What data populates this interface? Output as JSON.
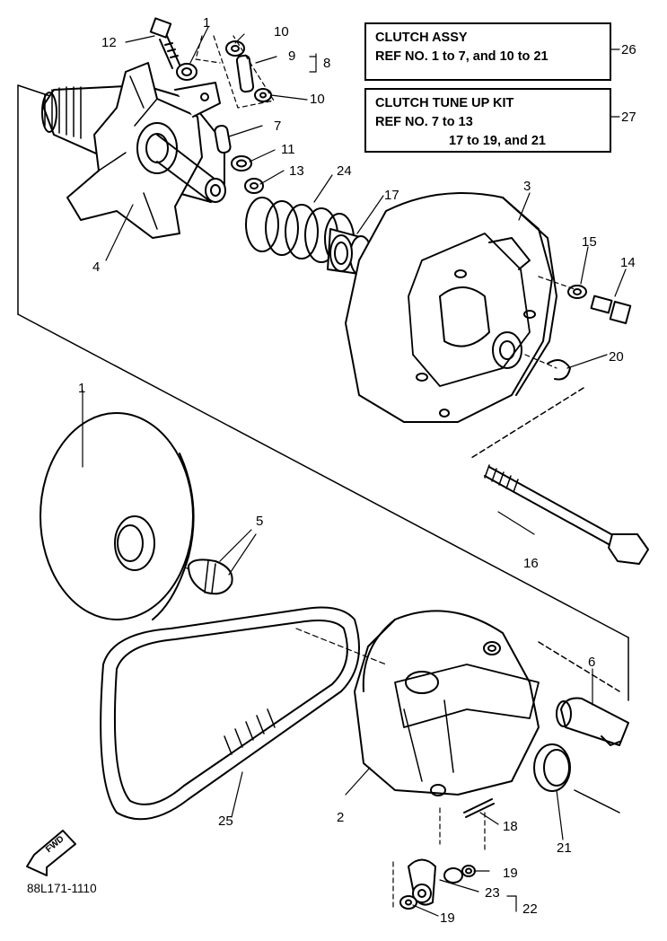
{
  "callouts": {
    "c1a": "1",
    "c1b": "1",
    "c2": "2",
    "c3": "3",
    "c4": "4",
    "c5": "5",
    "c6": "6",
    "c7": "7",
    "c8": "8",
    "c9": "9",
    "c10a": "10",
    "c10b": "10",
    "c11": "11",
    "c12": "12",
    "c13": "13",
    "c14": "14",
    "c15": "15",
    "c16": "16",
    "c17": "17",
    "c18": "18",
    "c19a": "19",
    "c19b": "19",
    "c20": "20",
    "c21": "21",
    "c22": "22",
    "c23": "23",
    "c24": "24",
    "c25": "25",
    "c26": "26",
    "c27": "27"
  },
  "boxes": {
    "assy": {
      "line1": "CLUTCH ASSY",
      "line2": "REF NO. 1 to 7, and 10 to 21"
    },
    "kit": {
      "line1": "CLUTCH TUNE UP KIT",
      "line2": "REF NO. 7 to 13",
      "line3": "17 to 19, and 21"
    }
  },
  "fwd_label": "FWD",
  "figure_code": "88L171-1110"
}
